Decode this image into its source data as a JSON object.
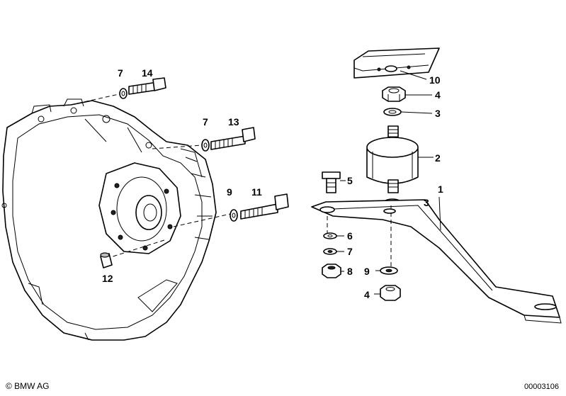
{
  "diagram": {
    "callouts": {
      "c1": "1",
      "c2": "2",
      "c3a": "3",
      "c3b": "3",
      "c4a": "4",
      "c4b": "4",
      "c5": "5",
      "c6": "6",
      "c7a": "7",
      "c7b": "7",
      "c7c": "7",
      "c8": "8",
      "c9a": "9",
      "c9b": "9",
      "c10": "10",
      "c11": "11",
      "c12": "12",
      "c13": "13",
      "c14": "14"
    }
  },
  "footer": {
    "copyright": "© BMW AG",
    "drawing_number": "00003106"
  }
}
